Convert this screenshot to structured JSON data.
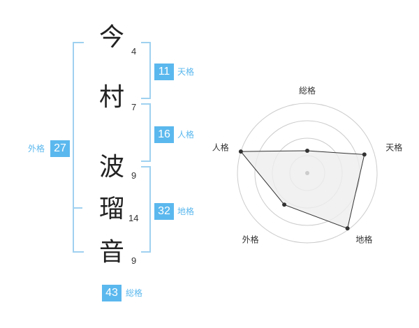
{
  "name": {
    "chars": [
      {
        "char": "今",
        "strokes": "4"
      },
      {
        "char": "村",
        "strokes": "7"
      },
      {
        "char": "波",
        "strokes": "9"
      },
      {
        "char": "瑠",
        "strokes": "14"
      },
      {
        "char": "音",
        "strokes": "9"
      }
    ]
  },
  "kaku": {
    "tenkaku": {
      "value": "11",
      "label": "天格"
    },
    "jinkaku": {
      "value": "16",
      "label": "人格"
    },
    "chikaku": {
      "value": "32",
      "label": "地格"
    },
    "gaikaku": {
      "value": "27",
      "label": "外格"
    },
    "soukaku": {
      "value": "43",
      "label": "総格"
    }
  },
  "chart_data": {
    "type": "radar",
    "axes": [
      "総格",
      "天格",
      "地格",
      "外格",
      "人格"
    ],
    "values": [
      0.32,
      0.86,
      0.98,
      0.56,
      1.0
    ],
    "rings": 4,
    "colors": {
      "fill": "#eeeeee",
      "stroke": "#333333",
      "ring": "#cccccc",
      "badge": "#5bb8ee"
    }
  }
}
